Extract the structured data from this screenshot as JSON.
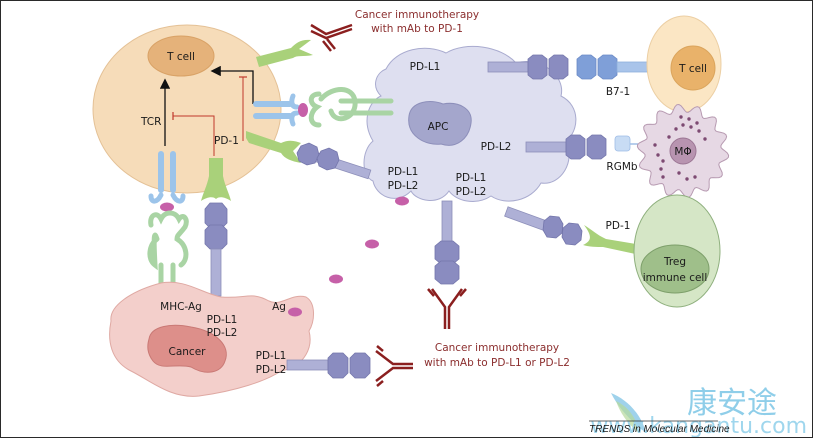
{
  "title": "PD-1 / PD-L1 / PD-L2 immune checkpoint interactions",
  "colors": {
    "tcell_body": "#f6dcb9",
    "tcell_nucleus": "#e5b27a",
    "apc_body": "#dedff0",
    "apc_nucleus": "#a4a6cc",
    "cancer_body": "#f3cfcb",
    "cancer_nucleus": "#dd8f8a",
    "treg_body": "#d5e6c6",
    "treg_nucleus": "#9fbf8a",
    "macrophage_body": "#e6d8e4",
    "macrophage_nucleus": "#b894b0",
    "pdl_ligand": "#8a8cc0",
    "pdl_stalk": "#aeb0d6",
    "b71": "#7f9fd8",
    "pd1_receptor": "#a9d17a",
    "tcr": "#9cc4ea",
    "mhc": "#a9d4a4",
    "antigen": "#c660a8",
    "antibody": "#8b1f1f",
    "therapy_text": "#8b2e2e",
    "watermark": "#7cc6e6"
  },
  "labels": {
    "tcell_main": "T cell",
    "tcr": "TCR",
    "pd1_main": "PD-1",
    "therapy_pd1_line1": "Cancer immunotherapy",
    "therapy_pd1_line2": "with mAb to PD-1",
    "apc": "APC",
    "apc_pdl1": "PD-L1",
    "apc_pdl2": "PD-L2",
    "apc_left_line1": "PD-L1",
    "apc_left_line2": "PD-L2",
    "apc_bottom_line1": "PD-L1",
    "apc_bottom_line2": "PD-L2",
    "b71": "B7-1",
    "tcell_right": "T cell",
    "rgmb": "RGMb",
    "macrophage": "MΦ",
    "treg_pd1": "PD-1",
    "treg_line1": "Treg",
    "treg_line2": "immune cell",
    "mhc_ag": "MHC-Ag",
    "cancer_pdl_line1": "PD-L1",
    "cancer_pdl_line2": "PD-L2",
    "ag": "Ag",
    "cancer": "Cancer",
    "cancer_right_line1": "PD-L1",
    "cancer_right_line2": "PD-L2",
    "therapy_pdl_line1": "Cancer immunotherapy",
    "therapy_pdl_line2": "with mAb to PD-L1 or PD-L2",
    "source": "TRENDS in Molecular Medicine",
    "watermark_cn": "康安途",
    "watermark_en": "www.kangantu.com"
  }
}
